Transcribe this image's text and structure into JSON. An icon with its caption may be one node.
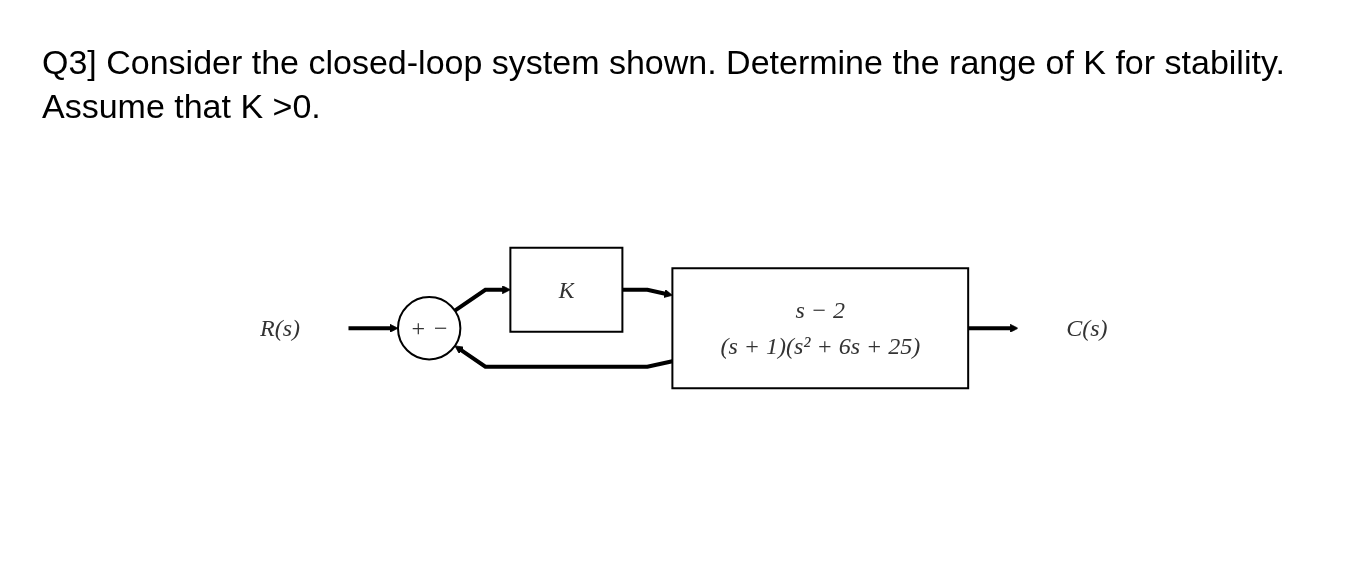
{
  "diagram": {
    "title": "Q3] Consider the closed-loop system shown. Determine the range of K for stability. Assume that K >0.",
    "nodes": [
      {
        "text": [
          "R(s)"
        ]
      },
      {
        "text": [
          "+",
          "−"
        ]
      },
      {
        "text": [
          "K"
        ]
      },
      {
        "text": [
          "s − 2",
          "(s + 1)(s² + 6s + 25)"
        ]
      },
      {
        "text": [
          "C(s)"
        ]
      }
    ],
    "edges": [
      {
        "from": 0,
        "to": 1,
        "arrow": "to"
      },
      {
        "from": 1,
        "to": 2,
        "arrow": "to"
      },
      {
        "from": 2,
        "to": 3,
        "arrow": "to"
      },
      {
        "from": 3,
        "to": 4,
        "arrow": "to"
      },
      {
        "from": 3,
        "to": 1,
        "arrow": "to"
      }
    ]
  }
}
